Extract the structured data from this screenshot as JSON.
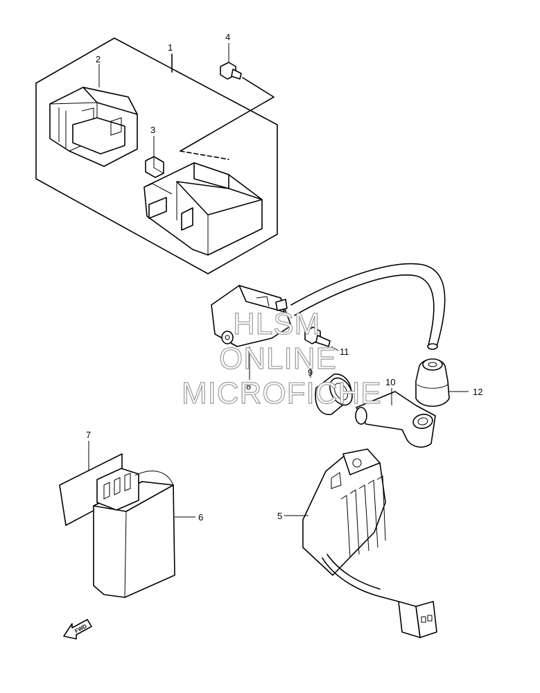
{
  "diagram": {
    "callouts": {
      "c1": "1",
      "c2": "2",
      "c3": "3",
      "c4": "4",
      "c5": "5",
      "c6": "6",
      "c7": "7",
      "c8": "8",
      "c9": "9",
      "c10": "10",
      "c11": "11",
      "c12": "12"
    },
    "direction_label": "FWD"
  },
  "watermark": {
    "line1": "HLSM",
    "line2": "ONLINE",
    "line3": "MICROFICHE"
  }
}
